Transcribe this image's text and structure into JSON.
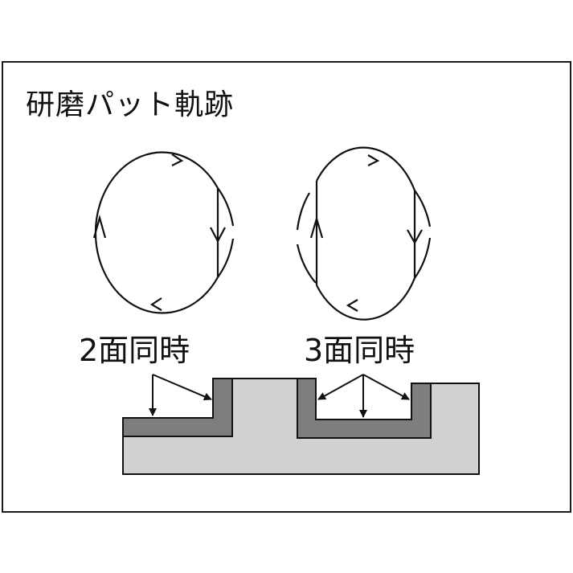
{
  "title": "研磨パット軌跡",
  "labels": {
    "two_faces": "2面同時",
    "three_faces": "3面同時"
  },
  "colors": {
    "frame": "#1a1a1a",
    "stroke": "#111111",
    "work_light": "#cfd1d3",
    "pad_dark": "#7d7e80",
    "background": "#ffffff"
  },
  "diagrams": [
    {
      "name": "pad-trajectory-left",
      "description": "circular trajectory with one vertical chord (downward arrow)"
    },
    {
      "name": "pad-trajectory-right",
      "description": "circular trajectory with two vertical chords (up and down arrows)"
    }
  ]
}
